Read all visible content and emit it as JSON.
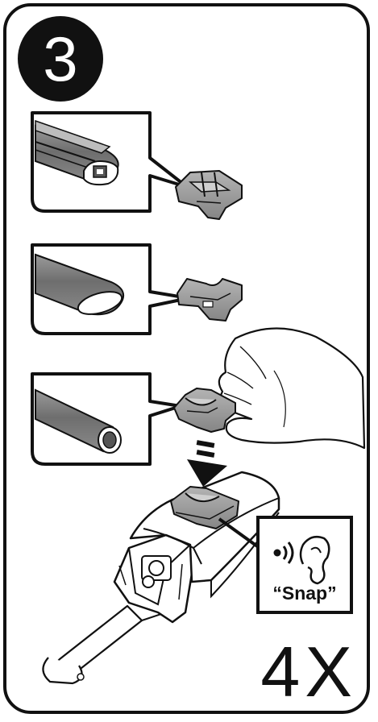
{
  "step": {
    "number": "3"
  },
  "panels": [
    {
      "name": "t-slot-bar-adapter"
    },
    {
      "name": "aero-bar-adapter"
    },
    {
      "name": "round-bar-adapter"
    }
  ],
  "snap_callout": {
    "label": "“Snap”",
    "icon": "sound-waves-and-ear-icon"
  },
  "quantity": {
    "label": "4X"
  },
  "colors": {
    "outline": "#111111",
    "bar_fill": "#7a7a7a",
    "part_fill": "#9a9a9a",
    "background": "#ffffff"
  }
}
